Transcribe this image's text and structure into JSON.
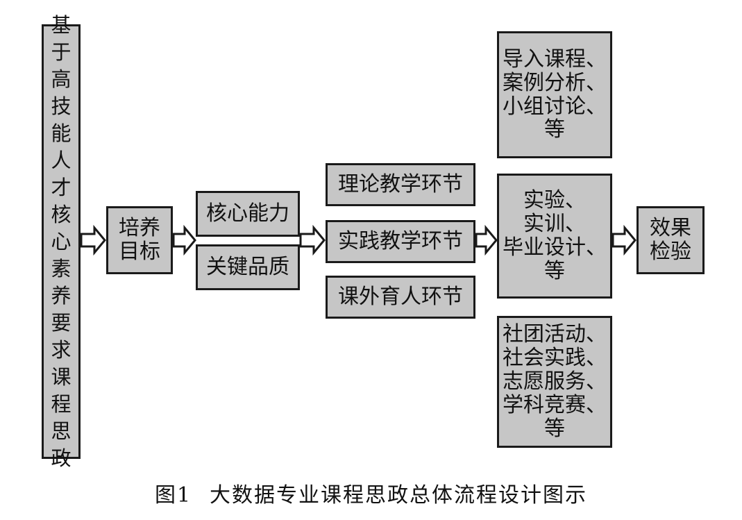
{
  "root": {
    "label_chars": [
      "基",
      "于",
      "高",
      "技",
      "能",
      "人",
      "才",
      "核",
      "心",
      "素",
      "养",
      "要",
      "求",
      "课",
      "程",
      "思",
      "政"
    ]
  },
  "goal": {
    "lines": [
      "培养",
      "目标"
    ]
  },
  "core_ability": {
    "label": "核心能力"
  },
  "key_quality": {
    "label": "关键品质"
  },
  "stages": [
    {
      "label": "理论教学环节"
    },
    {
      "label": "实践教学环节"
    },
    {
      "label": "课外育人环节"
    }
  ],
  "details": {
    "theory": [
      "导入课程、",
      "案例分析、",
      "小组讨论、",
      "等"
    ],
    "practice": [
      "实验、",
      "实训、",
      "毕业设计、",
      "等"
    ],
    "extra": [
      "社团活动、",
      "社会实践、",
      "志愿服务、",
      "学科竞赛、",
      "等"
    ]
  },
  "result": {
    "lines": [
      "效果",
      "检验"
    ]
  },
  "caption": {
    "number": "图1",
    "title": "大数据专业课程思政总体流程设计图示"
  },
  "colors": {
    "box_fill": "#c6c6c6",
    "border": "#1a1a1a",
    "arrow_fill": "#ffffff"
  }
}
